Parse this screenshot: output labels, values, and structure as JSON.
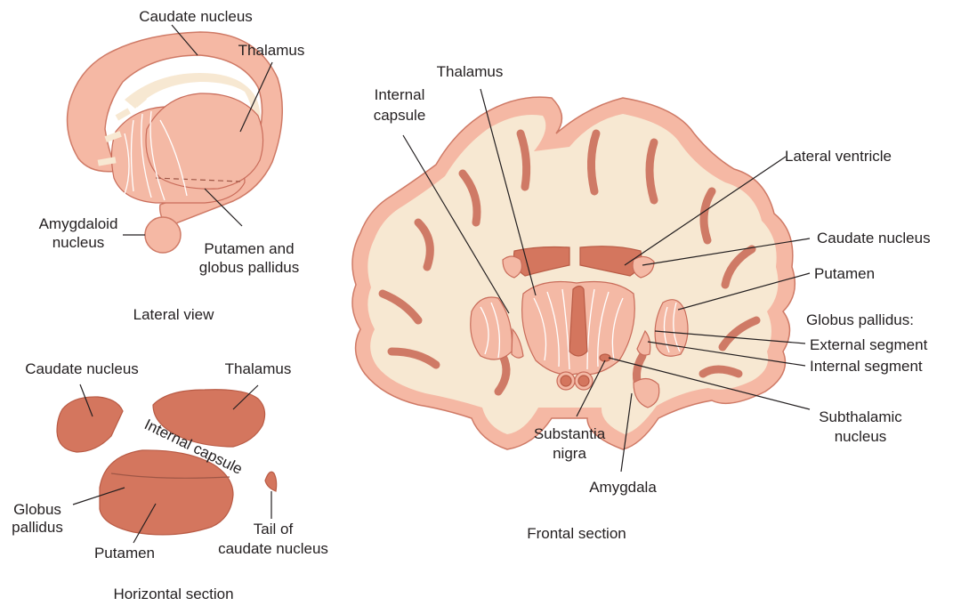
{
  "lateral_view": {
    "caption": "Lateral view",
    "labels": {
      "caudate": "Caudate nucleus",
      "thalamus": "Thalamus",
      "amygdaloid_1": "Amygdaloid",
      "amygdaloid_2": "nucleus",
      "putamen_1": "Putamen and",
      "putamen_2": "globus pallidus"
    }
  },
  "horizontal_section": {
    "caption": "Horizontal section",
    "labels": {
      "caudate": "Caudate nucleus",
      "thalamus": "Thalamus",
      "internal_capsule": "Internal capsule",
      "globus_1": "Globus",
      "globus_2": "pallidus",
      "putamen": "Putamen",
      "tail_1": "Tail of",
      "tail_2": "caudate nucleus"
    }
  },
  "frontal_section": {
    "caption": "Frontal section",
    "labels": {
      "thalamus": "Thalamus",
      "internal_capsule_1": "Internal",
      "internal_capsule_2": "capsule",
      "lateral_ventricle": "Lateral ventricle",
      "caudate": "Caudate nucleus",
      "putamen": "Putamen",
      "globus_header": "Globus pallidus:",
      "external_segment": "External segment",
      "internal_segment": "Internal segment",
      "subthalamic_1": "Subthalamic",
      "subthalamic_2": "nucleus",
      "substantia_1": "Substantia",
      "substantia_2": "nigra",
      "amygdala": "Amygdala"
    }
  }
}
